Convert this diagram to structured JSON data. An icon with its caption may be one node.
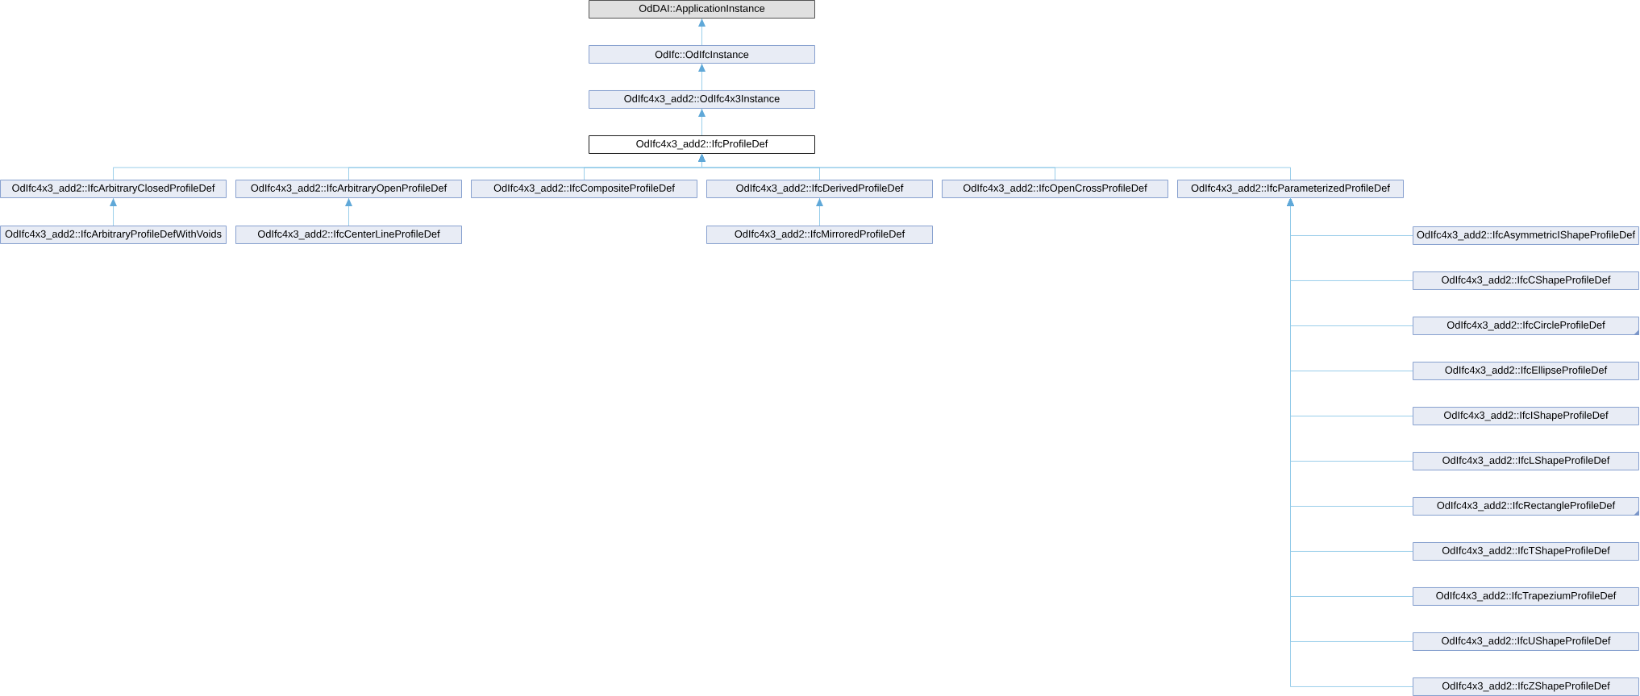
{
  "diagram": {
    "nodes": [
      {
        "text": [
          "OdDAI::ApplicationInstance"
        ]
      },
      {
        "text": [
          "OdIfc::OdIfcInstance"
        ]
      },
      {
        "text": [
          "OdIfc4x3_add2::OdIfc4x3Instance"
        ]
      },
      {
        "text": [
          "OdIfc4x3_add2::IfcProfileDef"
        ]
      },
      {
        "text": [
          "OdIfc4x3_add2::IfcArbitraryClosedProfileDef"
        ]
      },
      {
        "text": [
          "OdIfc4x3_add2::IfcArbitraryOpenProfileDef"
        ]
      },
      {
        "text": [
          "OdIfc4x3_add2::IfcCompositeProfileDef"
        ]
      },
      {
        "text": [
          "OdIfc4x3_add2::IfcDerivedProfileDef"
        ]
      },
      {
        "text": [
          "OdIfc4x3_add2::IfcOpenCrossProfileDef"
        ]
      },
      {
        "text": [
          "OdIfc4x3_add2::IfcParameterizedProfileDef"
        ]
      },
      {
        "text": [
          "OdIfc4x3_add2::IfcArbitraryProfileDefWithVoids"
        ]
      },
      {
        "text": [
          "OdIfc4x3_add2::IfcCenterLineProfileDef"
        ]
      },
      {
        "text": [
          "OdIfc4x3_add2::IfcMirroredProfileDef"
        ]
      },
      {
        "text": [
          "OdIfc4x3_add2::IfcAsymmetricIShapeProfileDef"
        ]
      },
      {
        "text": [
          "OdIfc4x3_add2::IfcCShapeProfileDef"
        ]
      },
      {
        "text": [
          "OdIfc4x3_add2::IfcCircleProfileDef"
        ]
      },
      {
        "text": [
          "OdIfc4x3_add2::IfcEllipseProfileDef"
        ]
      },
      {
        "text": [
          "OdIfc4x3_add2::IfcIShapeProfileDef"
        ]
      },
      {
        "text": [
          "OdIfc4x3_add2::IfcLShapeProfileDef"
        ]
      },
      {
        "text": [
          "OdIfc4x3_add2::IfcRectangleProfileDef"
        ]
      },
      {
        "text": [
          "OdIfc4x3_add2::IfcTShapeProfileDef"
        ]
      },
      {
        "text": [
          "OdIfc4x3_add2::IfcTrapeziumProfileDef"
        ]
      },
      {
        "text": [
          "OdIfc4x3_add2::IfcUShapeProfileDef"
        ]
      },
      {
        "text": [
          "OdIfc4x3_add2::IfcZShapeProfileDef"
        ]
      }
    ],
    "edges": [
      {
        "from": 1,
        "to": 0,
        "arrow": "to"
      },
      {
        "from": 2,
        "to": 1,
        "arrow": "to"
      },
      {
        "from": 3,
        "to": 2,
        "arrow": "to"
      },
      {
        "from": 4,
        "to": 3,
        "arrow": "to"
      },
      {
        "from": 5,
        "to": 3,
        "arrow": "to"
      },
      {
        "from": 6,
        "to": 3,
        "arrow": "to"
      },
      {
        "from": 7,
        "to": 3,
        "arrow": "to"
      },
      {
        "from": 8,
        "to": 3,
        "arrow": "to"
      },
      {
        "from": 9,
        "to": 3,
        "arrow": "to"
      },
      {
        "from": 10,
        "to": 4,
        "arrow": "to"
      },
      {
        "from": 11,
        "to": 5,
        "arrow": "to"
      },
      {
        "from": 12,
        "to": 7,
        "arrow": "to"
      },
      {
        "from": 13,
        "to": 9,
        "arrow": "to"
      },
      {
        "from": 14,
        "to": 9,
        "arrow": "to"
      },
      {
        "from": 15,
        "to": 9,
        "arrow": "to"
      },
      {
        "from": 16,
        "to": 9,
        "arrow": "to"
      },
      {
        "from": 17,
        "to": 9,
        "arrow": "to"
      },
      {
        "from": 18,
        "to": 9,
        "arrow": "to"
      },
      {
        "from": 19,
        "to": 9,
        "arrow": "to"
      },
      {
        "from": 20,
        "to": 9,
        "arrow": "to"
      },
      {
        "from": 21,
        "to": 9,
        "arrow": "to"
      },
      {
        "from": 22,
        "to": 9,
        "arrow": "to"
      },
      {
        "from": 23,
        "to": 9,
        "arrow": "to"
      }
    ]
  }
}
